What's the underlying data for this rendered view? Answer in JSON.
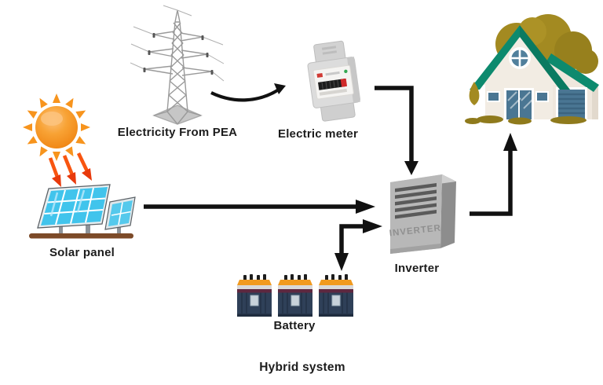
{
  "diagram": {
    "title": "Hybrid system",
    "nodes": {
      "pea": {
        "label": "Electricity From PEA",
        "icon": "transmission-tower-icon"
      },
      "meter": {
        "label": "Electric meter",
        "icon": "electric-meter-icon"
      },
      "solar": {
        "label": "Solar panel",
        "icon": "solar-panel-icon"
      },
      "sun": {
        "icon": "sun-icon"
      },
      "house": {
        "icon": "house-icon"
      },
      "inverter": {
        "label": "Inverter",
        "device_text": "INVERTER",
        "icon": "inverter-icon"
      },
      "battery": {
        "label": "Battery",
        "icon": "battery-icon",
        "count": 3
      }
    },
    "connections": [
      {
        "from": "pea",
        "to": "meter",
        "style": "curved-arrow"
      },
      {
        "from": "meter",
        "to": "inverter",
        "style": "elbow-arrow"
      },
      {
        "from": "solar",
        "to": "inverter",
        "style": "straight-arrow"
      },
      {
        "from": "inverter",
        "to": "battery",
        "style": "elbow-arrow",
        "bidirectional": true
      },
      {
        "from": "inverter",
        "to": "house",
        "style": "elbow-arrow"
      },
      {
        "from": "sun",
        "to": "solar",
        "style": "sunbeam-arrows"
      }
    ],
    "colors": {
      "arrow": "#111111",
      "sunbeam": "#f85510",
      "roof_teal": "#0d8a6e",
      "wall_cream": "#f2ece3",
      "glass_slate": "#4a7693",
      "foliage_olive": "#a38a21",
      "sun_orange": "#f6921e",
      "panel_cyan": "#41c4ec",
      "battery_navy": "#2f4058",
      "battery_orange": "#f19a1f",
      "inverter_gray": "#b8b8b8",
      "background": "#ffffff"
    }
  }
}
